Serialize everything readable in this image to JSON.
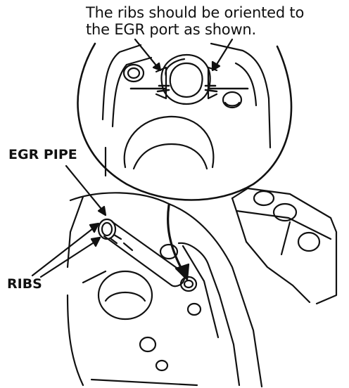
{
  "annotations": {
    "caption_line1": "The ribs should be oriented to",
    "caption_line2": "the EGR port as shown.",
    "egr_pipe": "EGR PIPE",
    "ribs": "RIBS"
  },
  "colors": {
    "line": "#111111",
    "background": "#ffffff"
  }
}
